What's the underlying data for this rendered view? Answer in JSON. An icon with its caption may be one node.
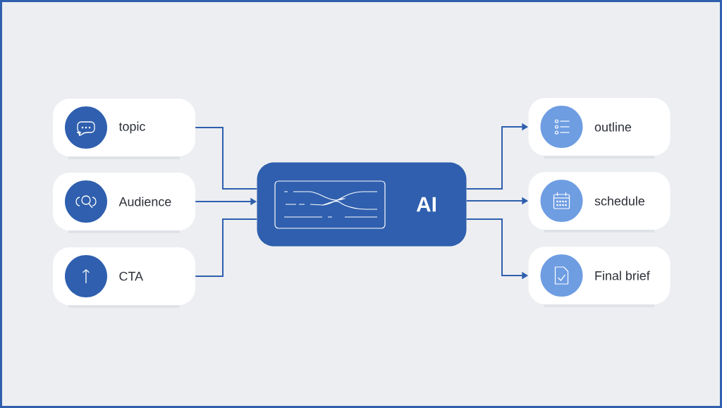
{
  "diagram": {
    "nodes": [
      {
        "text": [
          "topic"
        ]
      },
      {
        "text": [
          "Audience"
        ]
      },
      {
        "text": [
          "CTA"
        ]
      },
      {
        "text": [
          "AI"
        ]
      },
      {
        "text": [
          "outline"
        ]
      },
      {
        "text": [
          "schedule"
        ]
      },
      {
        "text": [
          "Final brief"
        ]
      }
    ],
    "edges": [
      {
        "from": 0,
        "to": 3,
        "arrow": "none"
      },
      {
        "from": 1,
        "to": 3,
        "arrow": "to"
      },
      {
        "from": 2,
        "to": 3,
        "arrow": "none"
      },
      {
        "from": 3,
        "to": 4,
        "arrow": "to"
      },
      {
        "from": 3,
        "to": 5,
        "arrow": "to"
      },
      {
        "from": 3,
        "to": 6,
        "arrow": "to"
      }
    ]
  }
}
